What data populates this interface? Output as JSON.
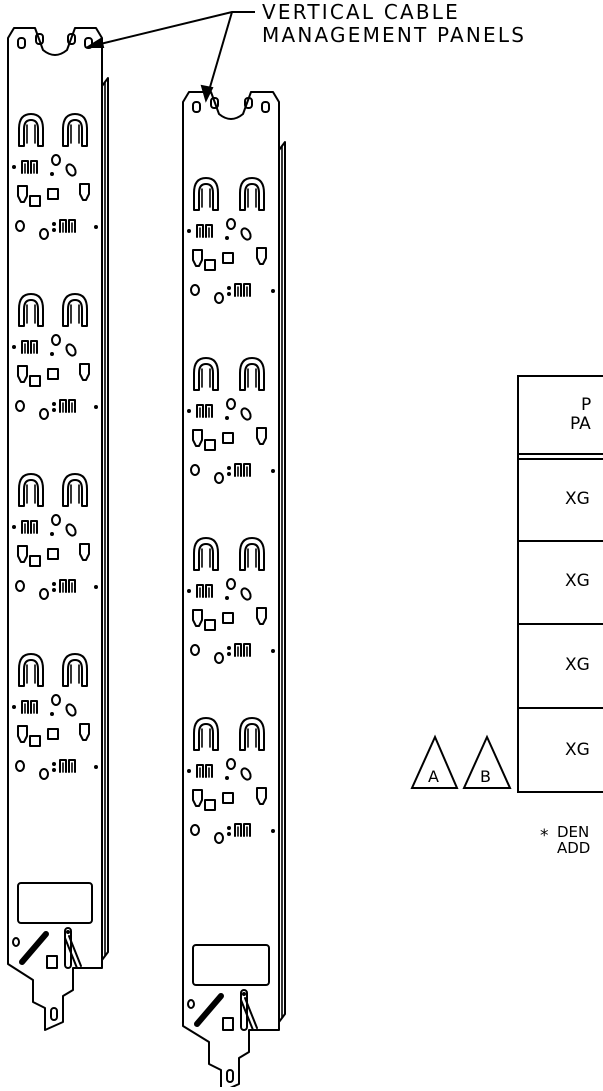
{
  "callout": {
    "line1": "VERTICAL CABLE",
    "line2": "MANAGEMENT PANELS"
  },
  "table": {
    "header_line1": "P",
    "header_line2": "PA",
    "rows": [
      "XG",
      "XG",
      "XG",
      "XG"
    ]
  },
  "markers": [
    "A",
    "B"
  ],
  "note": {
    "asterisk": "*",
    "line1": "DEN",
    "line2": "ADD"
  }
}
